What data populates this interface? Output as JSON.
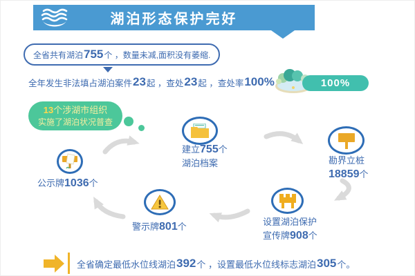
{
  "header": {
    "title": "湖泊形态保护完好"
  },
  "lake_badge": {
    "prefix": "全省共有湖泊",
    "count": "755",
    "suffix": "个 ，数量未减,面积没有萎缩."
  },
  "case_line": {
    "p1": "全年发生非法填占湖泊案件",
    "n1": "23",
    "p2": "起 ，查处",
    "n2": "23",
    "p3": "起 ，查处率",
    "n3": "100%",
    "p4": "."
  },
  "rate_pill": {
    "label": "100%"
  },
  "survey_bubble": {
    "number": "13",
    "line1_rest": "个涉湖市组织",
    "line2": "实施了湖泊状况普查"
  },
  "flow": {
    "archive": {
      "l1a": "建立",
      "l1n": "755",
      "l1b": "个",
      "l2": "湖泊档案"
    },
    "boundary": {
      "l1": "勘界立桩",
      "l2n": "18859",
      "l2b": "个"
    },
    "publicity": {
      "l1": "设置湖泊保护",
      "l2a": "宣传牌",
      "l2n": "908",
      "l2b": "个"
    },
    "warning": {
      "la": "警示牌",
      "ln": "801",
      "lb": "个"
    },
    "notice": {
      "la": "公示牌",
      "ln": "1036",
      "lb": "个"
    }
  },
  "bottom_line": {
    "p1": "全省确定最低水位线湖泊",
    "n1": "392",
    "p2": "个 ，设置最低水位线标志湖泊",
    "n2": "305",
    "p3": "个。"
  },
  "icons": {
    "banner": "wave-lake-icon",
    "rate": "lake-illustration-icon",
    "archive": "folder-icon",
    "boundary": "boundary-stake-icon",
    "publicity": "publicity-board-icon",
    "warning": "warning-triangle-icon",
    "notice": "notice-board-icon",
    "bottom": "arrow-right-icon"
  },
  "colors": {
    "banner_blue": "#4a9ad2",
    "text_blue": "#3e6bb0",
    "teal": "#41bfae",
    "bubble_green": "#4cc79a",
    "icon_yellow": "#f0ad1f",
    "arrow_gray": "#dadada",
    "circle_border": "#2e6db6"
  }
}
